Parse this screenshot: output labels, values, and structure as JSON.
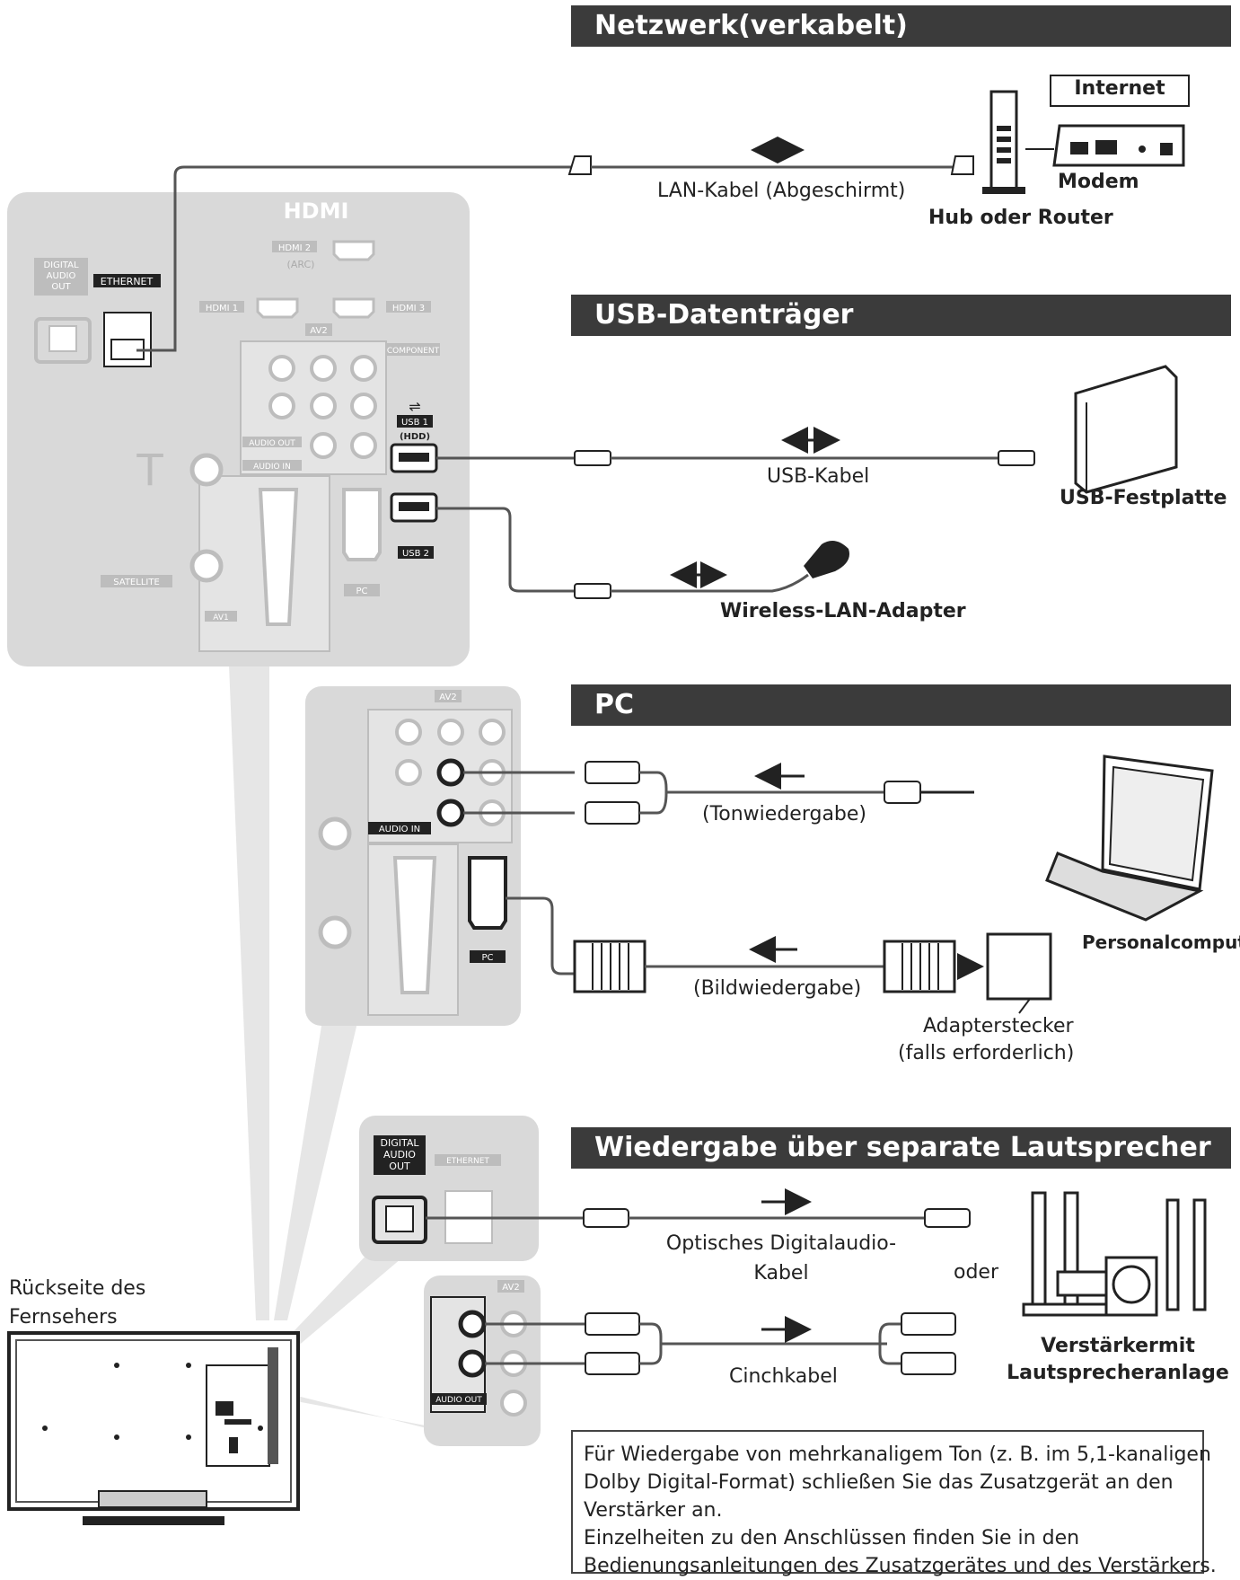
{
  "sections": {
    "network": {
      "title": "Netzwerk(verkabelt)"
    },
    "usb": {
      "title": "USB-Datenträger"
    },
    "pc": {
      "title": "PC"
    },
    "speakers": {
      "title": "Wiedergabe über separate Lautsprecher"
    }
  },
  "labels": {
    "internet": "Internet",
    "modem": "Modem",
    "hub_router": "Hub oder Router",
    "lan_cable": "LAN-Kabel (Abgeschirmt)",
    "usb_cable": "USB-Kabel",
    "usb_hdd": "USB-Festplatte",
    "wlan_adapter": "Wireless-LAN-Adapter",
    "audio_playback": "(Tonwiedergabe)",
    "video_playback": "(Bildwiedergabe)",
    "personal_computer": "Personalcomputer",
    "adapter_line1": "Adapterstecker",
    "adapter_line2": "(falls erforderlich)",
    "optical_line1": "Optisches Digitalaudio-",
    "optical_line2": "Kabel",
    "oder": "oder",
    "cinch_cable": "Cinchkabel",
    "amp_line1": "Verstärkermit",
    "amp_line2": "Lautsprecheranlage",
    "tv_back_line1": "Rückseite des",
    "tv_back_line2": "Fernsehers"
  },
  "panel_labels": {
    "hdmi": "HDMI",
    "hdmi1": "HDMI 1",
    "hdmi2": "HDMI 2",
    "hdmi3": "HDMI 3",
    "arc": "(ARC)",
    "ethernet": "ETHERNET",
    "digital_audio_out_1": "DIGITAL",
    "digital_audio_out_2": "AUDIO",
    "digital_audio_out_3": "OUT",
    "av2": "AV2",
    "component": "COMPONENT",
    "audio_out": "AUDIO OUT",
    "audio_in": "AUDIO IN",
    "usb1": "USB 1",
    "hdd": "(HDD)",
    "usb2": "USB 2",
    "pc": "PC",
    "satellite": "SATELLITE",
    "av1": "AV1"
  },
  "note": {
    "lines": [
      "Für Wiedergabe von mehrkanaligem Ton (z. B. im 5,1-kanaligen",
      "Dolby Digital-Format) schließen Sie das Zusatzgerät an den",
      "Verstärker an.",
      "Einzelheiten zu den Anschlüssen finden Sie in den",
      "Bedienungsanleitungen des Zusatzgerätes und des Verstärkers."
    ]
  },
  "colors": {
    "header_bg": "#3b3b3b",
    "panel_bg": "#d9d9d9",
    "cable": "#555555",
    "dark_label_bg": "#222222"
  }
}
